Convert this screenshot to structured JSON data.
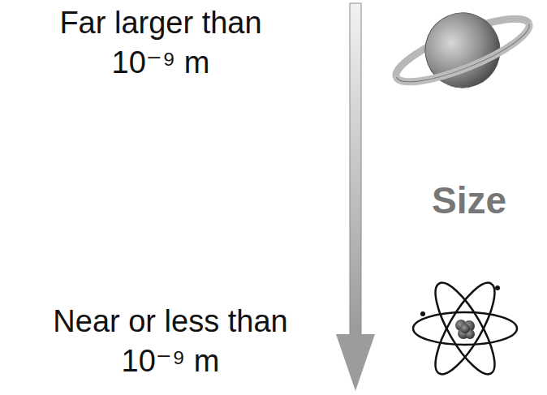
{
  "diagram": {
    "labels": [
      "Far larger than 10⁻⁹ m",
      "Size",
      "Near or less than 10⁻⁹ m"
    ]
  }
}
